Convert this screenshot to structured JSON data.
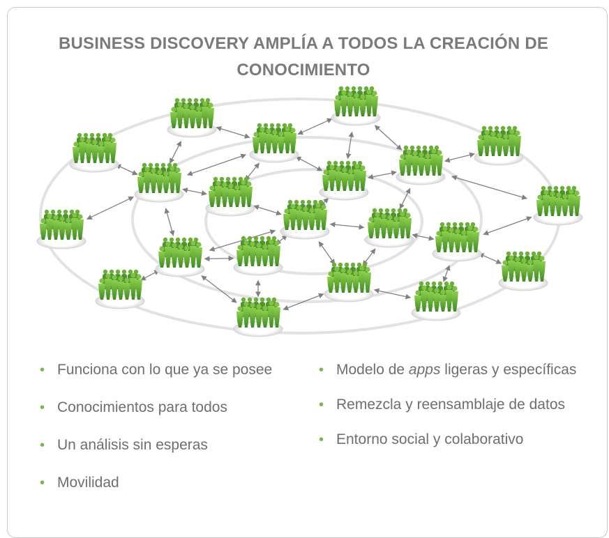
{
  "title": "BUSINESS DISCOVERY AMPLÍA A TODOS LA CREACIÓN DE CONOCIMIENTO",
  "bullets_left": [
    "Funciona con lo que ya se posee",
    "Conocimientos para todos",
    "Un análisis sin esperas",
    "Movilidad"
  ],
  "bullets_right": [
    {
      "pre": "Modelo de ",
      "italic": "apps",
      "post": " ligeras y específicas"
    },
    {
      "pre": "Remezcla y reensamblaje de datos"
    },
    {
      "pre": "Entorno social y colaborativo"
    }
  ],
  "colors": {
    "title": "#7a7a7a",
    "bullet_dot": "#7ab648",
    "people_green": "#5c9e2e",
    "rings": "#e2e2e2",
    "arrows": "#808080"
  }
}
